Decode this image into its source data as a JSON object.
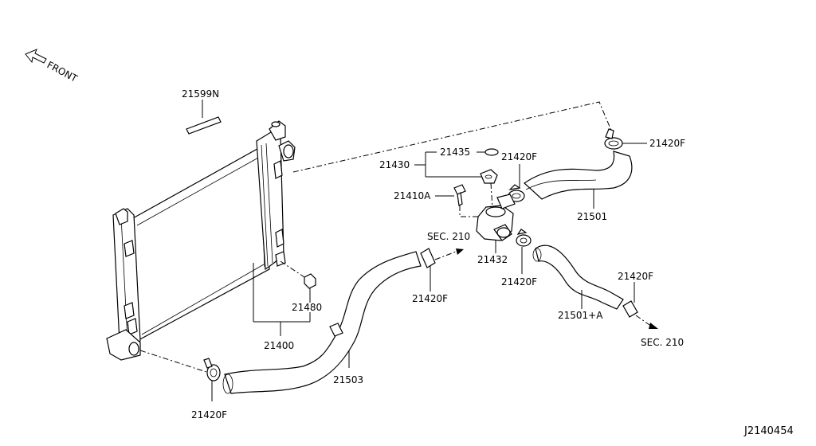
{
  "front_label": "FRONT",
  "diagram_id": "J2140454",
  "callouts": {
    "p21599N": "21599N",
    "p21435": "21435",
    "p21430": "21430",
    "p21420F_upper_clamp": "21420F",
    "p21420F_top_right": "21420F",
    "p21410A": "21410A",
    "sec210_left": "SEC. 210",
    "p21432": "21432",
    "p21501": "21501",
    "p21420F_mid": "21420F",
    "p21420F_right": "21420F",
    "p21420F_lower_hose": "21420F",
    "p21480": "21480",
    "p21400": "21400",
    "p21501A": "21501+A",
    "sec210_right": "SEC. 210",
    "p21503": "21503",
    "p21420F_bottom": "21420F"
  }
}
